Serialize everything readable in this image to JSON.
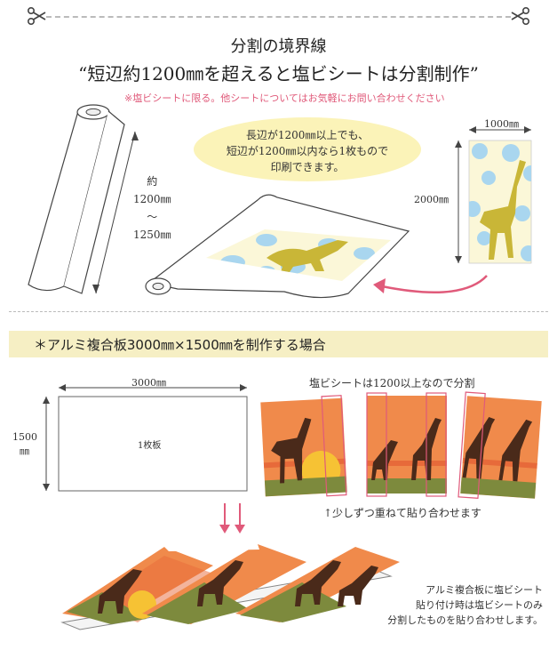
{
  "header": {
    "title": "分割の境界線",
    "subtitle": "“短辺約1200㎜を超えると塩ビシートは分割制作”",
    "note": "※塩ビシートに限る。他シートについてはお気軽にお問い合わせください"
  },
  "roll": {
    "label_line1": "約",
    "label_line2": "1200㎜",
    "label_line3": "～",
    "label_line4": "1250㎜"
  },
  "bubble": {
    "line1": "長辺が1200㎜以上でも、",
    "line2": "短辺が1200㎜以内なら1枚もので",
    "line3": "印刷できます。"
  },
  "sample": {
    "width_label": "1000㎜",
    "height_label": "2000㎜"
  },
  "section2": {
    "banner": "＊アルミ複合板3000㎜×1500㎜を制作する場合",
    "board_width": "3000㎜",
    "board_height_line1": "1500",
    "board_height_line2": "㎜",
    "board_center": "1枚板",
    "split_caption": "塩ビシートは1200以上なので分割",
    "overlap_caption": "↑少しずつ重ねて貼り合わせます",
    "bottom_line1": "アルミ複合板に塩ビシート",
    "bottom_line2": "貼り付け時は塩ビシートのみ",
    "bottom_line3": "分割したものを貼り合わせします。"
  },
  "colors": {
    "accent_pink": "#e05a7a",
    "banner_bg": "#f6efc4",
    "bubble_bg": "#fbf3b8",
    "sunset_orange": "#f08a4b",
    "giraffe_yellow": "#c9b637",
    "dot_blue": "#a9d6ef"
  }
}
